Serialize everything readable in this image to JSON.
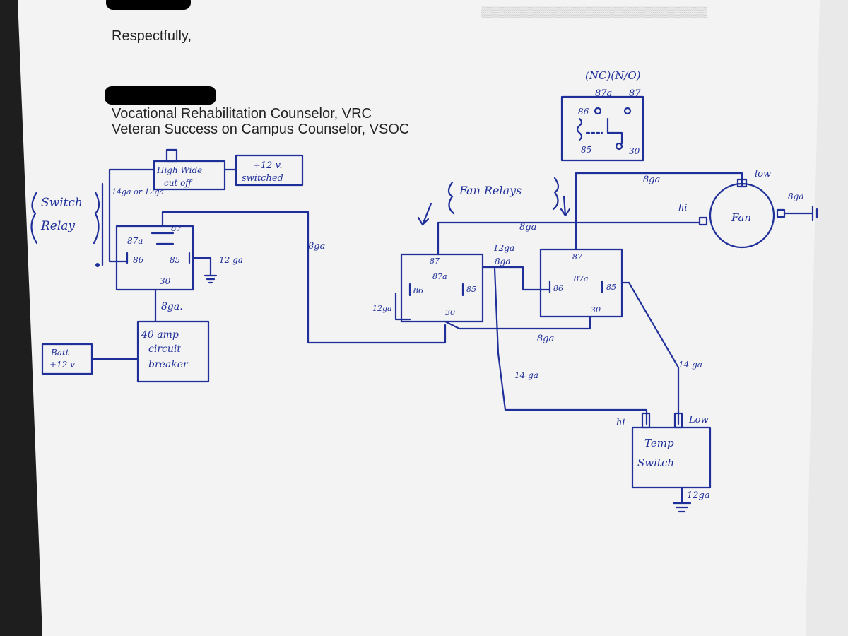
{
  "letter": {
    "closing": "Respectfully,",
    "title_line_1": "Vocational Rehabilitation Counselor, VRC",
    "title_line_2": "Veteran Success on Campus Counselor, VSOC"
  },
  "colors": {
    "ink": "#1f2f9a",
    "paper": "#f4f4f4",
    "redaction": "#000000"
  },
  "diagram": {
    "switch_relay_note": {
      "line1": "Switch",
      "line2": "Relay"
    },
    "fan_relays_note": "Fan Relays",
    "high_wide_cutoff": {
      "line1": "High Wide",
      "line2": "cut off"
    },
    "plus12_switched": {
      "line1": "+12 v.",
      "line2": "switched"
    },
    "relay_legend": {
      "nc_no": "(NC)(N/O)",
      "pin87a": "87a",
      "pin87": "87",
      "pin86": "86",
      "pin85": "85",
      "pin30": "30"
    },
    "switch_relay": {
      "pin87": "87",
      "pin87a": "87a",
      "pin86": "86",
      "pin85": "85",
      "pin30": "30"
    },
    "fan_relay_left": {
      "pin87": "87",
      "pin87a": "87a",
      "pin86": "86",
      "pin85": "85",
      "pin30": "30"
    },
    "fan_relay_right": {
      "pin87": "87",
      "pin87a": "87a",
      "pin86": "86",
      "pin85": "85",
      "pin30": "30"
    },
    "circuit_breaker": {
      "line1": "40 amp",
      "line2": "circuit",
      "line3": "breaker"
    },
    "battery": {
      "line1": "Batt",
      "line2": "+12 v"
    },
    "fan": {
      "label": "Fan",
      "low": "low",
      "hi": "hi"
    },
    "temp_switch": {
      "line1": "Temp",
      "line2": "Switch",
      "hi": "hi",
      "low": "Low"
    },
    "wire_labels": {
      "w14_12": "14ga or 12ga",
      "w12_right": "12 ga",
      "w8_center": "8ga",
      "w8_breaker": "8ga.",
      "w8_fan_top": "8ga",
      "w8_fan_mid": "8ga",
      "w12_between": "12ga",
      "w8_between": "8ga",
      "w12_left": "12ga",
      "w8_bottom": "8ga",
      "w14_left": "14 ga",
      "w14_right": "14 ga",
      "w8_fan_right": "8ga",
      "w12_ground": "12ga"
    }
  }
}
